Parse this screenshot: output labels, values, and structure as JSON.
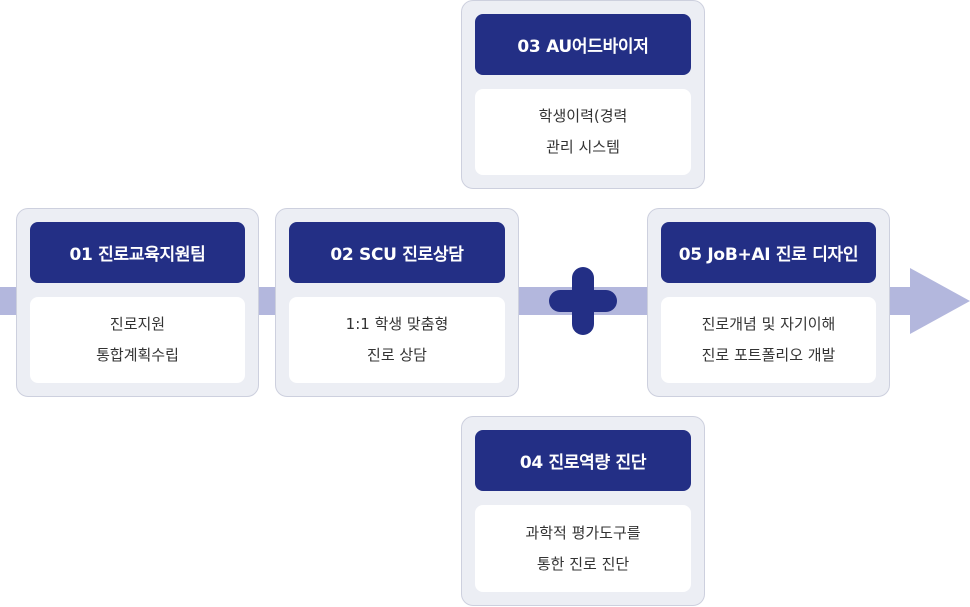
{
  "colors": {
    "header_bg": "#232f85",
    "arrow": "#b3b7dd",
    "card_bg": "#eceef4",
    "card_border": "#cdd0de",
    "plus": "#232f85"
  },
  "connector": {
    "arrow_icon": "arrow-right",
    "plus_icon": "plus"
  },
  "cards": {
    "c01": {
      "title": "01 진로교육지원팀",
      "lines": [
        "진로지원",
        "통합계획수립"
      ]
    },
    "c02": {
      "title": "02 SCU 진로상담",
      "lines": [
        "1:1 학생 맞춤형",
        "진로 상담"
      ]
    },
    "c03": {
      "title": "03 AU어드바이저",
      "lines": [
        "학생이력(경력",
        "관리 시스템"
      ]
    },
    "c04": {
      "title": "04 진로역량 진단",
      "lines": [
        "과학적 평가도구를",
        "통한 진로 진단"
      ]
    },
    "c05": {
      "title": "05 JoB+AI 진로 디자인",
      "lines": [
        "진로개념 및 자기이해",
        "진로 포트폴리오 개발"
      ]
    }
  }
}
